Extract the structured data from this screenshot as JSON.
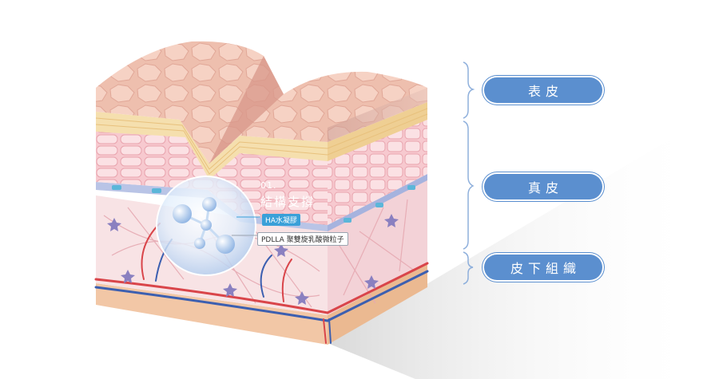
{
  "layers": [
    {
      "label": "表皮"
    },
    {
      "label": "真皮"
    },
    {
      "label": "皮下組織"
    }
  ],
  "annotation": {
    "number": "01.",
    "title": "結構支撐",
    "ha_label": "HA水凝膠",
    "pdlla_label": "PDLLA 聚雙旋乳酸微粒子"
  },
  "colors": {
    "accent": "#5b8fcf",
    "bracket": "#8fb0dc",
    "epidermis": "#f0b7a8",
    "dermis": "#f7d6db",
    "subcutis": "#f3c9a8",
    "vessel_red": "#d9454a",
    "vessel_blue": "#3c5fb0",
    "cell_star": "#8a80c0"
  }
}
